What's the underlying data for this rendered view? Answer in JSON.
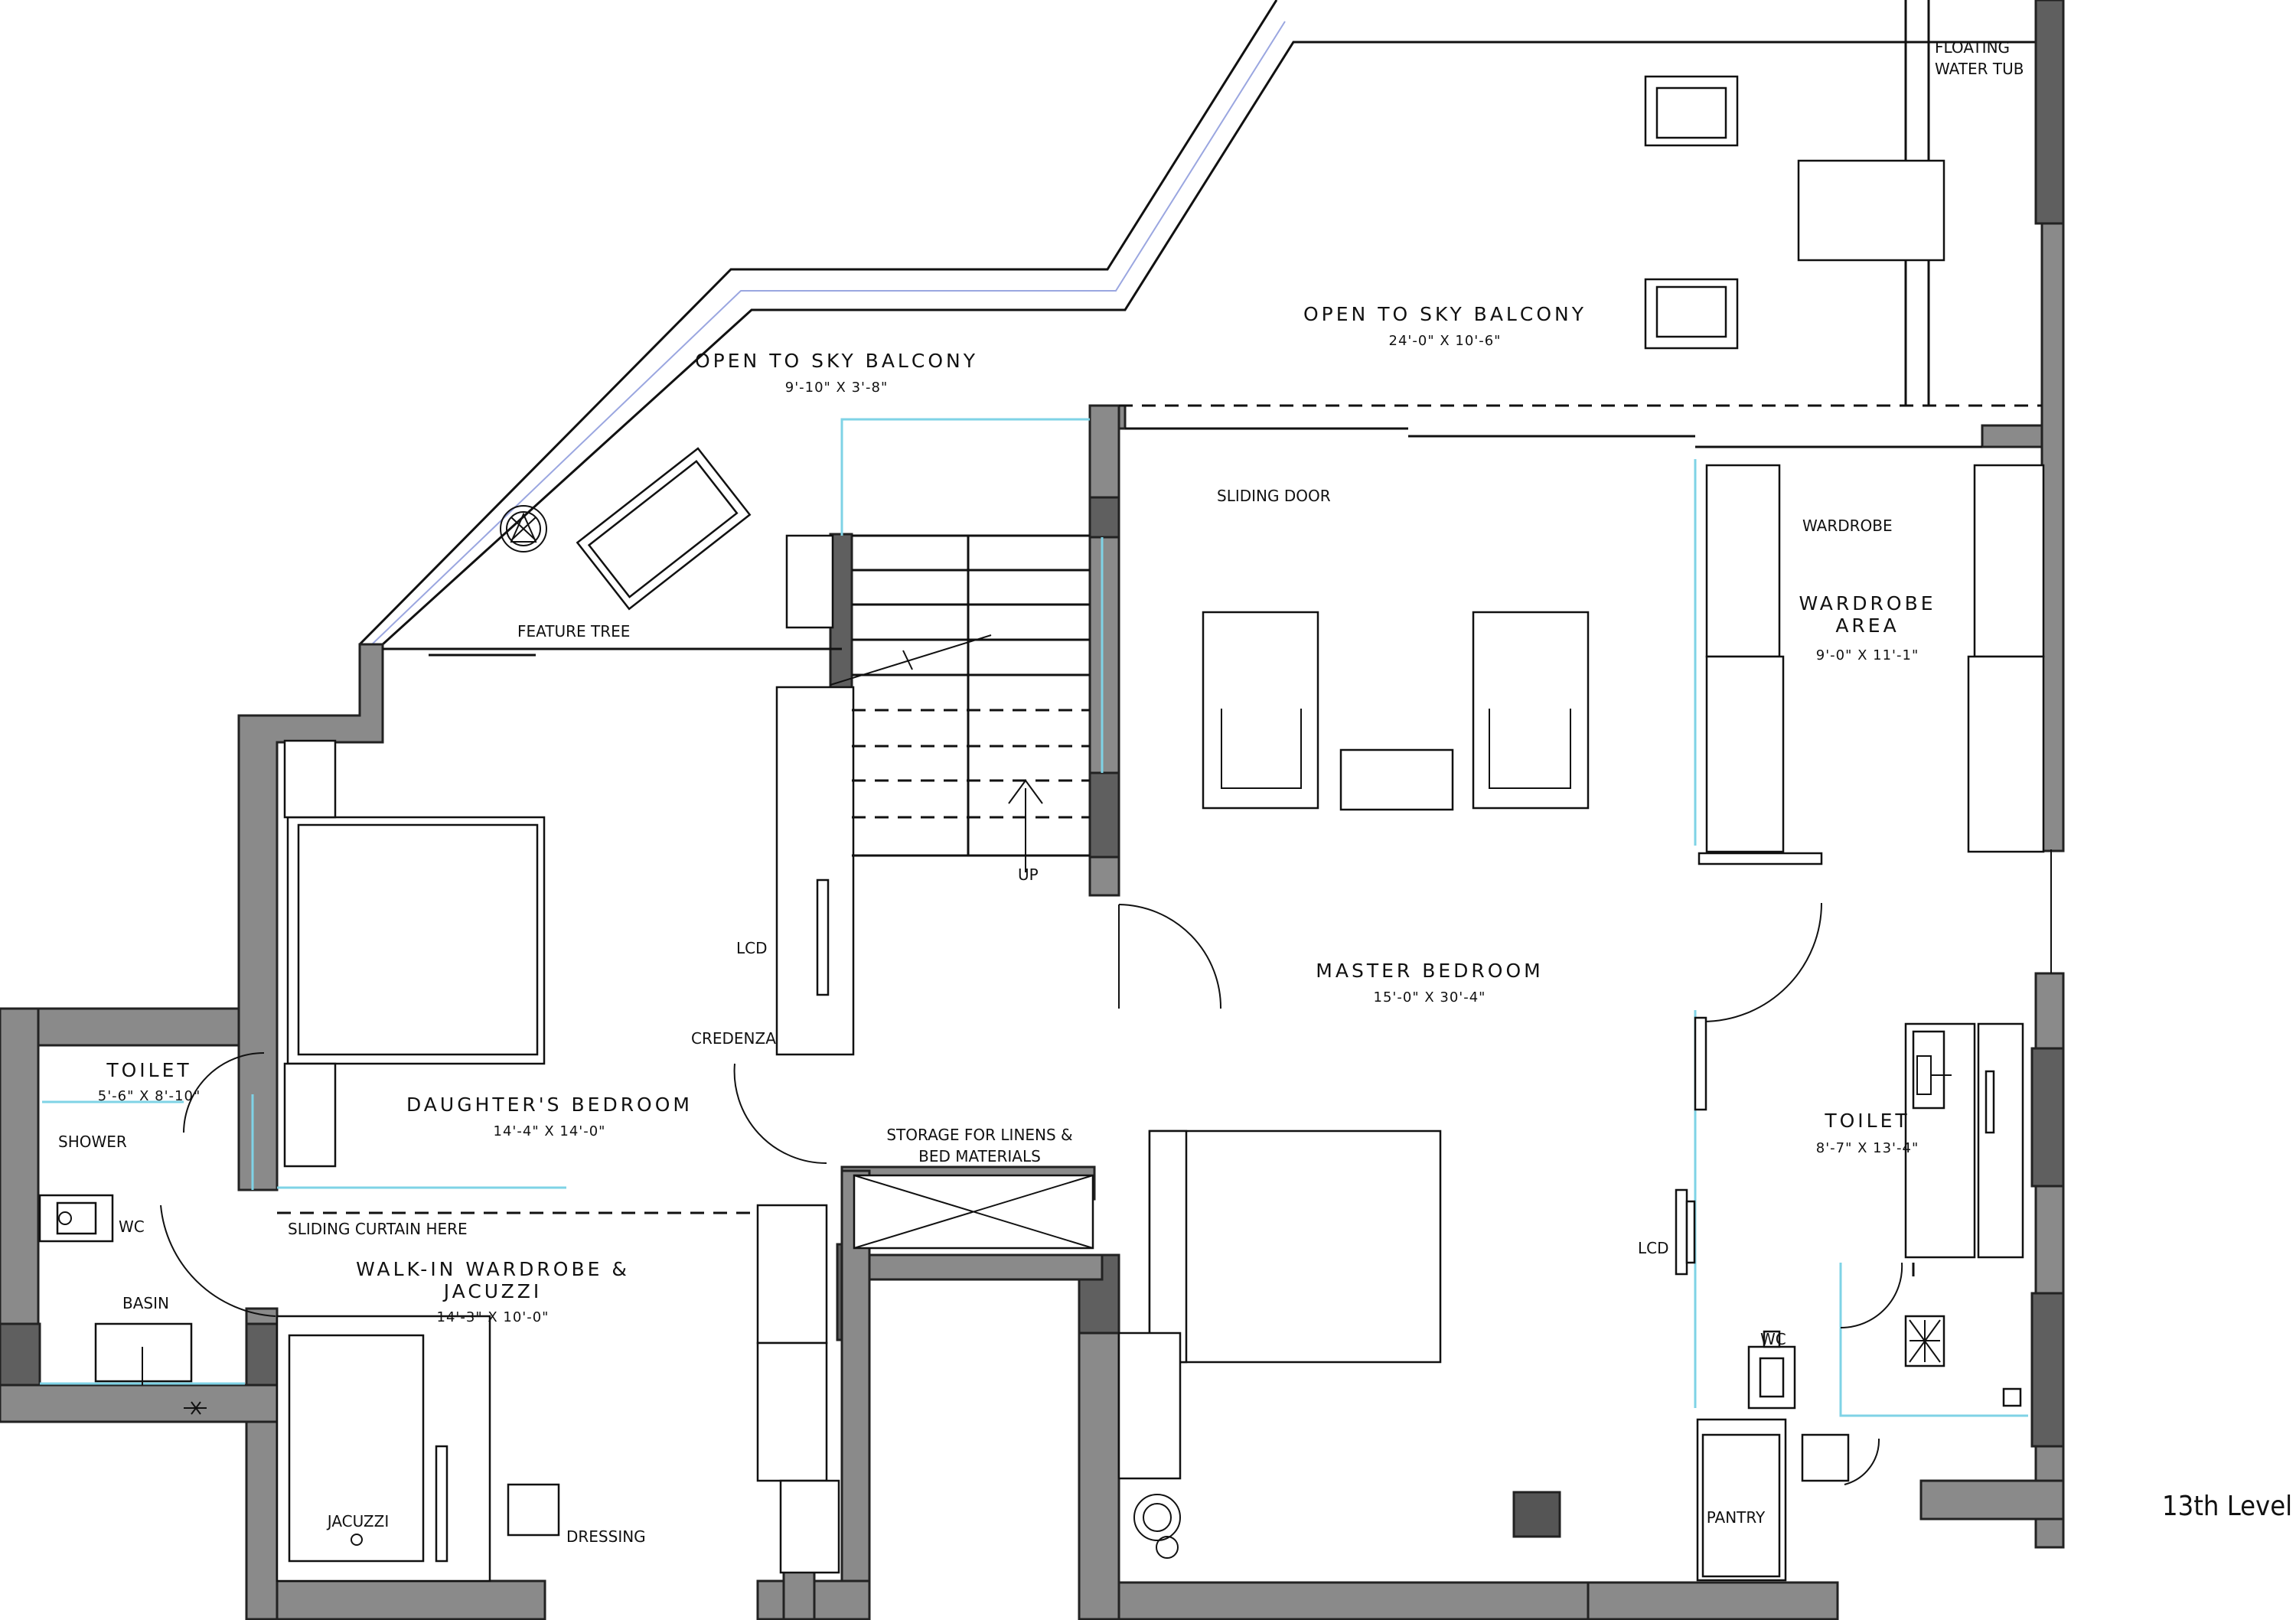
{
  "level_label": "13th Level",
  "rooms": {
    "balcony_small": {
      "name": "OPEN TO SKY BALCONY",
      "dim": "9'-10\" X 3'-8\""
    },
    "balcony_large": {
      "name": "OPEN TO SKY BALCONY",
      "dim": "24'-0\" X 10'-6\""
    },
    "master_bedroom": {
      "name": "MASTER BEDROOM",
      "dim": "15'-0\" X 30'-4\""
    },
    "wardrobe_area": {
      "name_line1": "WARDROBE",
      "name_line2": "AREA",
      "dim": "9'-0\" X 11'-1\""
    },
    "daughters_bedroom": {
      "name": "DAUGHTER'S BEDROOM",
      "dim": "14'-4\" X 14'-0\""
    },
    "toilet_left": {
      "name": "TOILET",
      "dim": "5'-6\" X 8'-10\""
    },
    "toilet_right": {
      "name": "TOILET",
      "dim": "8'-7\" X 13'-4\""
    },
    "walkin": {
      "name_line1": "WALK-IN WARDROBE &",
      "name_line2": "JACUZZI",
      "dim": "14'-3\" X 10'-0\""
    }
  },
  "notes": {
    "floating_tub_1": "FLOATING",
    "floating_tub_2": "WATER TUB",
    "sliding_door": "SLIDING DOOR",
    "wardrobe": "WARDROBE",
    "feature_tree": "FEATURE TREE",
    "up": "UP",
    "lcd_left": "LCD",
    "lcd_right": "LCD",
    "credenza": "CREDENZA",
    "storage_1": "STORAGE FOR LINENS &",
    "storage_2": "BED MATERIALS",
    "shower": "SHOWER",
    "wc_left": "WC",
    "wc_right": "WC",
    "basin": "BASIN",
    "sliding_curtain": "SLIDING CURTAIN HERE",
    "jacuzzi": "JACUZZI",
    "dressing": "DRESSING",
    "pantry": "PANTRY"
  }
}
